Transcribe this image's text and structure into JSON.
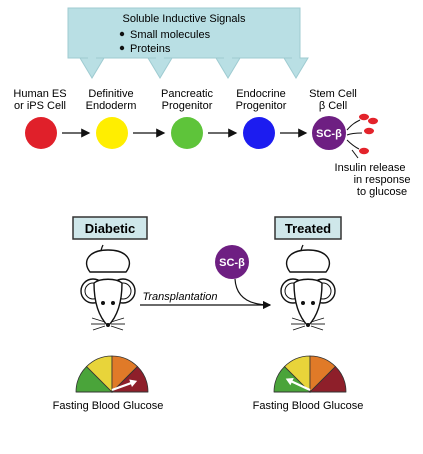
{
  "signals": {
    "title": "Soluble Inductive Signals",
    "items": [
      "Small molecules",
      "Proteins"
    ],
    "color": "#b9dfe4"
  },
  "stages": [
    {
      "label_lines": [
        "Human ES",
        "or iPS Cell"
      ],
      "color": "#e0202a"
    },
    {
      "label_lines": [
        "Definitive",
        "Endoderm"
      ],
      "color": "#ffee00"
    },
    {
      "label_lines": [
        "Pancreatic",
        "Progenitor"
      ],
      "color": "#5ec43a"
    },
    {
      "label_lines": [
        "Endocrine",
        "Progenitor"
      ],
      "color": "#1c1cf0"
    },
    {
      "label_lines": [
        "Stem Cell",
        "β Cell"
      ],
      "color": "#6e1f82",
      "badge": "SC-β"
    }
  ],
  "insulin": {
    "lines": [
      "Insulin release",
      "in response",
      "to glucose"
    ],
    "granule_color": "#e3232b"
  },
  "diabetic": {
    "title": "Diabetic",
    "gauge_label": "Fasting Blood Glucose",
    "needle_level": "high"
  },
  "treated": {
    "title": "Treated",
    "gauge_label": "Fasting Blood Glucose",
    "needle_level": "low"
  },
  "transplant": {
    "badge": "SC-β",
    "label": "Transplantation"
  },
  "gauge_colors": [
    "#4aa43a",
    "#e8d43a",
    "#e07a28",
    "#8e1f2a"
  ]
}
